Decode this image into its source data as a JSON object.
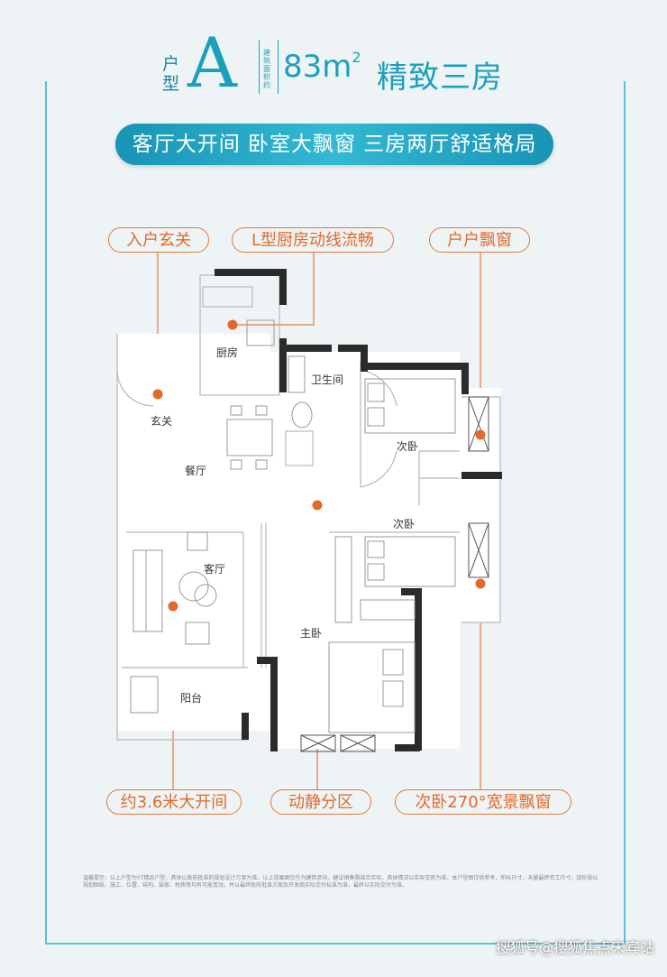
{
  "header": {
    "type_label": "户型",
    "letter": "A",
    "small_label": "建筑面积约",
    "area": "83m",
    "area_sup": "2",
    "title": "精致三房"
  },
  "banner": "客厅大开间   卧室大飘窗   三房两厅舒适格局",
  "tags": {
    "entrance": "入户玄关",
    "kitchen": "L型厨房动线流畅",
    "window": "户户飘窗",
    "open": "约3.6米大开间",
    "zones": "动静分区",
    "wide": "次卧270°宽景飘窗"
  },
  "rooms": {
    "kitchen": "厨房",
    "bath": "卫生间",
    "foyer": "玄关",
    "dining": "餐厅",
    "bed2a": "次卧",
    "bed2b": "次卧",
    "living": "客厅",
    "master": "主卧",
    "balcony": "阳台"
  },
  "note": "温馨提示：以上户型为YT精品户型，具体以政府批准的规划设计方案为准。以上效果图仅作为建筑意向，建议销售需结合实际，具体情况以实际交房为准。本户型图仅供参考，所标尺寸，未量最终完工尺寸，现阶段以规划图纸、施工、位置、结构、装修、材质等均有可能变动，并以最终政府批准方案及开发商实际交付标准为准，最终以实际交付为准。",
  "watermark": "搜狐号@搜狐焦点宋宾站",
  "colors": {
    "accent": "#1aa0bd",
    "orange": "#e06a2a",
    "frame": "#5bc0d6"
  }
}
